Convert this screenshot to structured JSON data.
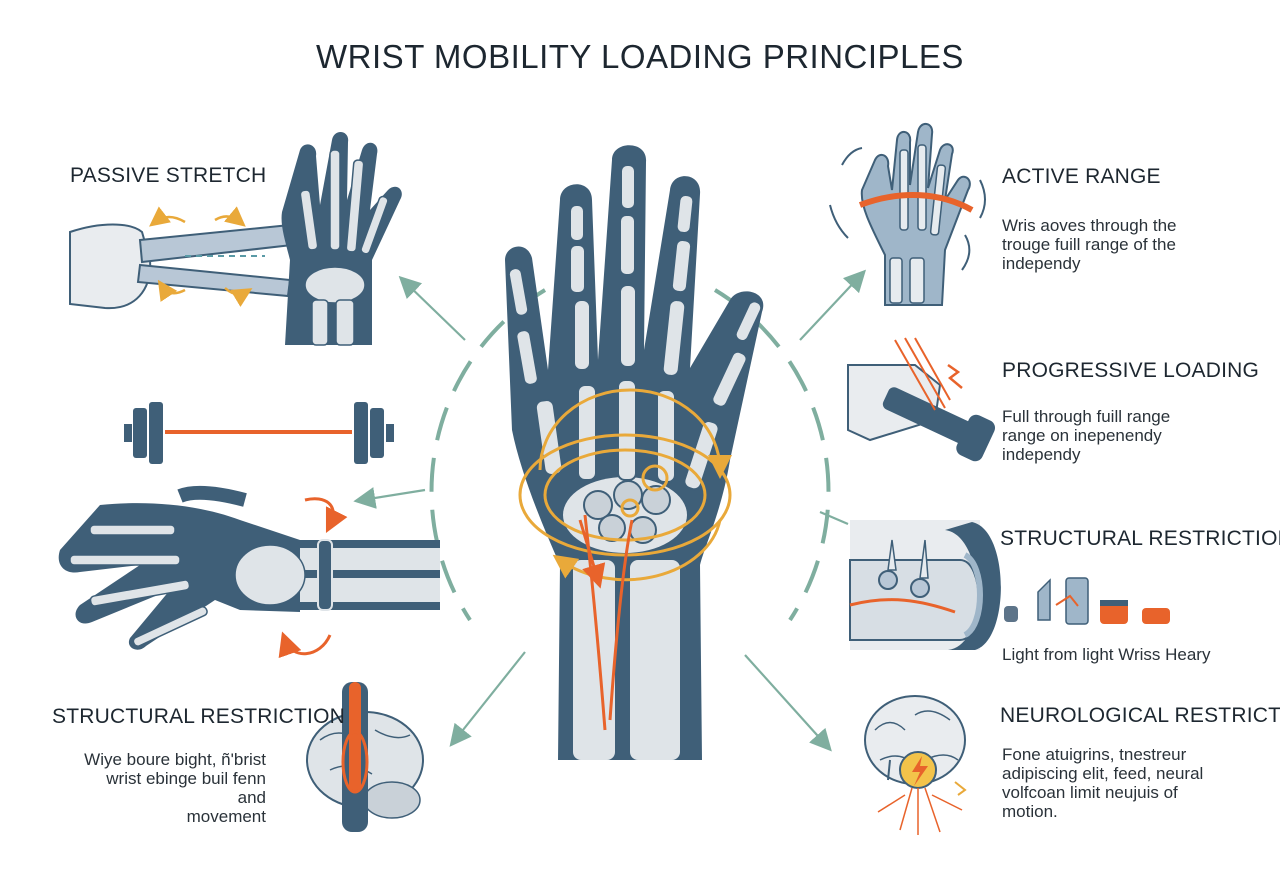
{
  "title": "WRIST MOBILITY LOADING PRINCIPLES",
  "colors": {
    "bone": "#dfe4e8",
    "tissue": "#3f5f78",
    "accent_orange": "#e8632b",
    "accent_yellow": "#e9a93a",
    "connector_green": "#7fae9f",
    "text": "#1d2730"
  },
  "sections": {
    "passive_stretch": {
      "label": "PASSIVE STRETCH"
    },
    "active_range": {
      "label": "ACTIVE RANGE",
      "description": "Wris aoves through the\ntrouge fuill range of the\nindependy"
    },
    "progressive_loading": {
      "label": "PROGRESSIVE LOADING",
      "description": "Full through fuill range\nrange on inepenendy\nindependy"
    },
    "structural_restriction_right": {
      "label": "STRUCTURAL RESTRICTION",
      "legend": "Light from light  Wriss Heary"
    },
    "structural_restriction_left": {
      "label": "STRUCTURAL RESTRICTION",
      "description": "Wiye boure bight, ñ'brist\nwrist ebinge buil fenn and\nmovement"
    },
    "neurological_restriction": {
      "label": "NEUROLOGICAL RESTRICTION",
      "description": "Fone atuigrins, tnestreur\nadipiscing elit, feed, neural\nvolfcoan limit neujuis of\nmotion."
    }
  },
  "icons": [
    "central-hand-skeleton-illustration",
    "passive-stretch-hand-illustration",
    "active-range-hand-illustration",
    "dumbbell-grip-illustration",
    "barbell-icon",
    "rotating-forearm-illustration",
    "joint-cross-section-illustration",
    "brain-spine-illustration",
    "brain-nerve-illustration",
    "lightning-icon"
  ]
}
